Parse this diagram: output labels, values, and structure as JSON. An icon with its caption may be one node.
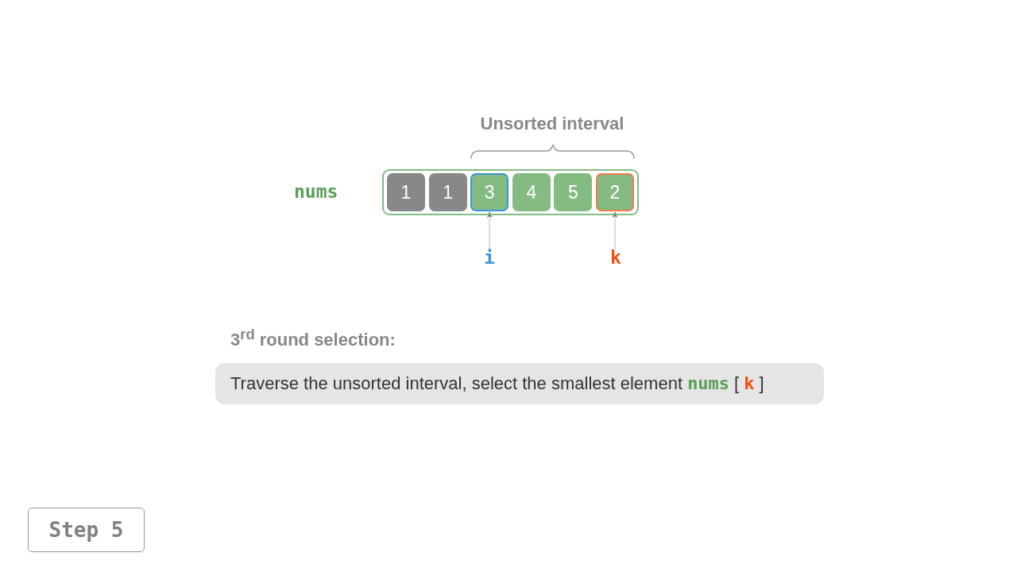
{
  "diagram": {
    "nodes": [
      {
        "text": [],
        "shape": "box",
        "beside": [
          "nums"
        ]
      },
      {
        "text": [
          "1"
        ],
        "in": 0
      },
      {
        "text": [
          "1"
        ],
        "in": 0
      },
      {
        "text": [
          "3"
        ],
        "in": 0
      },
      {
        "text": [
          "4"
        ],
        "in": 0
      },
      {
        "text": [
          "5"
        ],
        "in": 0
      },
      {
        "text": [
          "2"
        ],
        "in": 0
      },
      {
        "text": [
          "i"
        ]
      },
      {
        "text": [
          "k"
        ]
      },
      {
        "text": [
          "3$^{rd}$ round selection:",
          "Traverse the unsorted interval, select the smallest element **nums**[**k**]"
        ]
      },
      {
        "text": [
          "Step 5"
        ]
      }
    ],
    "edges": [
      {
        "from": 7,
        "to": 3,
        "arrow": "to"
      },
      {
        "from": 8,
        "to": 6,
        "arrow": "to"
      }
    ],
    "labels": [
      "Unsorted interval"
    ]
  }
}
